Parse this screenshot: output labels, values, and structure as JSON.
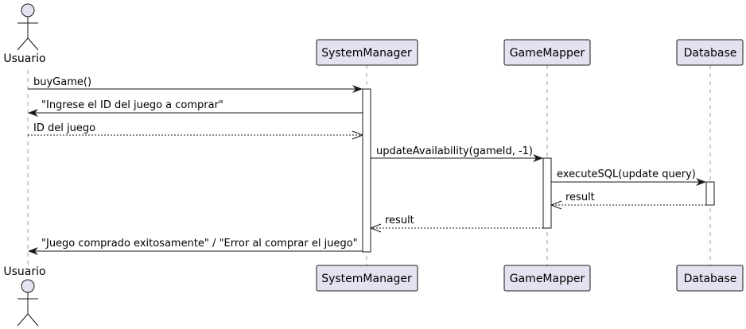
{
  "colors": {
    "box_fill": "#E2E2F0",
    "box_stroke": "#181818",
    "line": "#181818",
    "lifeline": "#A0A0A0",
    "activation_fill": "#FFFFFF"
  },
  "participants": [
    {
      "id": "usuario",
      "label": "Usuario",
      "kind": "actor"
    },
    {
      "id": "system_manager",
      "label": "SystemManager",
      "kind": "participant"
    },
    {
      "id": "game_mapper",
      "label": "GameMapper",
      "kind": "participant"
    },
    {
      "id": "database",
      "label": "Database",
      "kind": "participant"
    }
  ],
  "messages": [
    {
      "from": "usuario",
      "to": "system_manager",
      "label": "buyGame()",
      "style": "solid"
    },
    {
      "from": "system_manager",
      "to": "usuario",
      "label": "\"Ingrese el ID del juego a comprar\"",
      "style": "solid"
    },
    {
      "from": "usuario",
      "to": "system_manager",
      "label": "ID del juego",
      "style": "dashed"
    },
    {
      "from": "system_manager",
      "to": "game_mapper",
      "label": "updateAvailability(gameId, -1)",
      "style": "solid"
    },
    {
      "from": "game_mapper",
      "to": "database",
      "label": "executeSQL(update query)",
      "style": "solid"
    },
    {
      "from": "database",
      "to": "game_mapper",
      "label": "result",
      "style": "dashed"
    },
    {
      "from": "game_mapper",
      "to": "system_manager",
      "label": "result",
      "style": "dashed"
    },
    {
      "from": "system_manager",
      "to": "usuario",
      "label": "\"Juego comprado exitosamente\" / \"Error al comprar el juego\"",
      "style": "solid"
    }
  ]
}
